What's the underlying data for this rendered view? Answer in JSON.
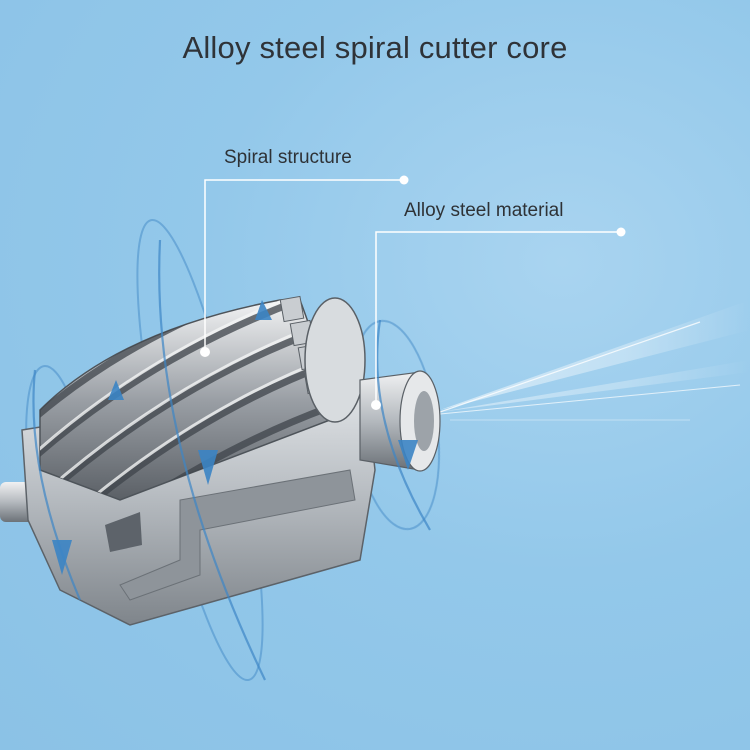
{
  "title": "Alloy steel spiral cutter core",
  "callouts": {
    "spiral": "Spiral structure",
    "alloy": "Alloy steel material"
  },
  "colors": {
    "background": "#8fc5e8",
    "title_text": "#2f3338",
    "leader_line": "#ffffff",
    "metal": "#c3c7cb",
    "arrow": "#3d86c6"
  }
}
